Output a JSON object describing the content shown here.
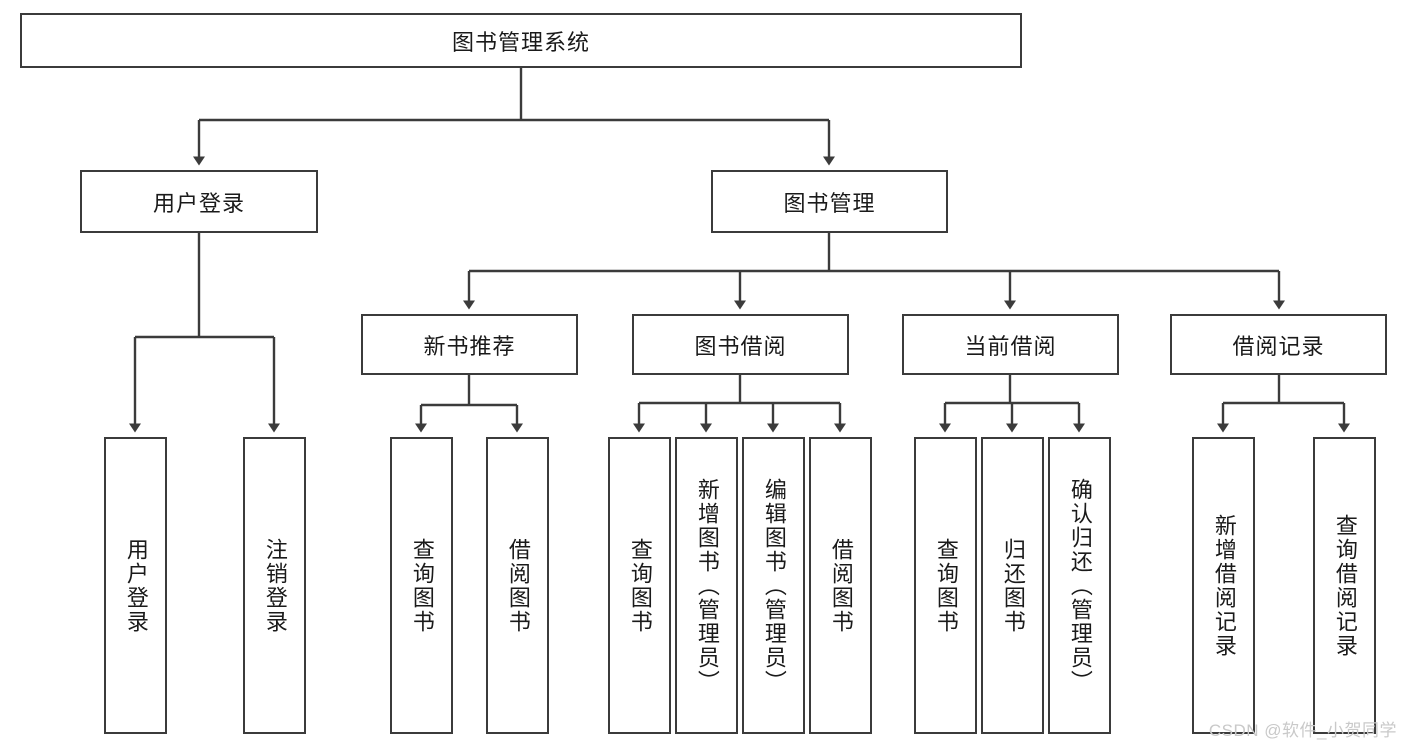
{
  "diagram": {
    "type": "tree",
    "title": "图书管理系统",
    "root": {
      "id": "root",
      "label": "图书管理系统"
    },
    "level1": [
      {
        "id": "user-login",
        "label": "用户登录"
      },
      {
        "id": "book-manage",
        "label": "图书管理"
      }
    ],
    "level2": [
      {
        "id": "new-book-rec",
        "label": "新书推荐",
        "parent": "book-manage"
      },
      {
        "id": "book-borrow",
        "label": "图书借阅",
        "parent": "book-manage"
      },
      {
        "id": "current-borrow",
        "label": "当前借阅",
        "parent": "book-manage"
      },
      {
        "id": "borrow-record",
        "label": "借阅记录",
        "parent": "book-manage"
      }
    ],
    "leaves": [
      {
        "id": "leaf-user-login",
        "label": "用户登录",
        "parent": "user-login"
      },
      {
        "id": "leaf-logout",
        "label": "注销登录",
        "parent": "user-login"
      },
      {
        "id": "leaf-query-book-1",
        "label": "查询图书",
        "parent": "new-book-rec"
      },
      {
        "id": "leaf-borrow-book-1",
        "label": "借阅图书",
        "parent": "new-book-rec"
      },
      {
        "id": "leaf-query-book-2",
        "label": "查询图书",
        "parent": "book-borrow"
      },
      {
        "id": "leaf-add-book",
        "label": "新增图书（管理员）",
        "parent": "book-borrow"
      },
      {
        "id": "leaf-edit-book",
        "label": "编辑图书（管理员）",
        "parent": "book-borrow"
      },
      {
        "id": "leaf-borrow-book-2",
        "label": "借阅图书",
        "parent": "book-borrow"
      },
      {
        "id": "leaf-query-book-3",
        "label": "查询图书",
        "parent": "current-borrow"
      },
      {
        "id": "leaf-return-book",
        "label": "归还图书",
        "parent": "current-borrow"
      },
      {
        "id": "leaf-confirm-return",
        "label": "确认归还（管理员）",
        "parent": "current-borrow"
      },
      {
        "id": "leaf-add-record",
        "label": "新增借阅记录",
        "parent": "borrow-record"
      },
      {
        "id": "leaf-query-record",
        "label": "查询借阅记录",
        "parent": "borrow-record"
      }
    ],
    "colors": {
      "stroke": "#3b3b3b",
      "background": "#ffffff",
      "text": "#1a1a1a",
      "watermark": "#c9c9c9"
    }
  },
  "watermark": {
    "text": "CSDN @软件_小贺同学"
  }
}
